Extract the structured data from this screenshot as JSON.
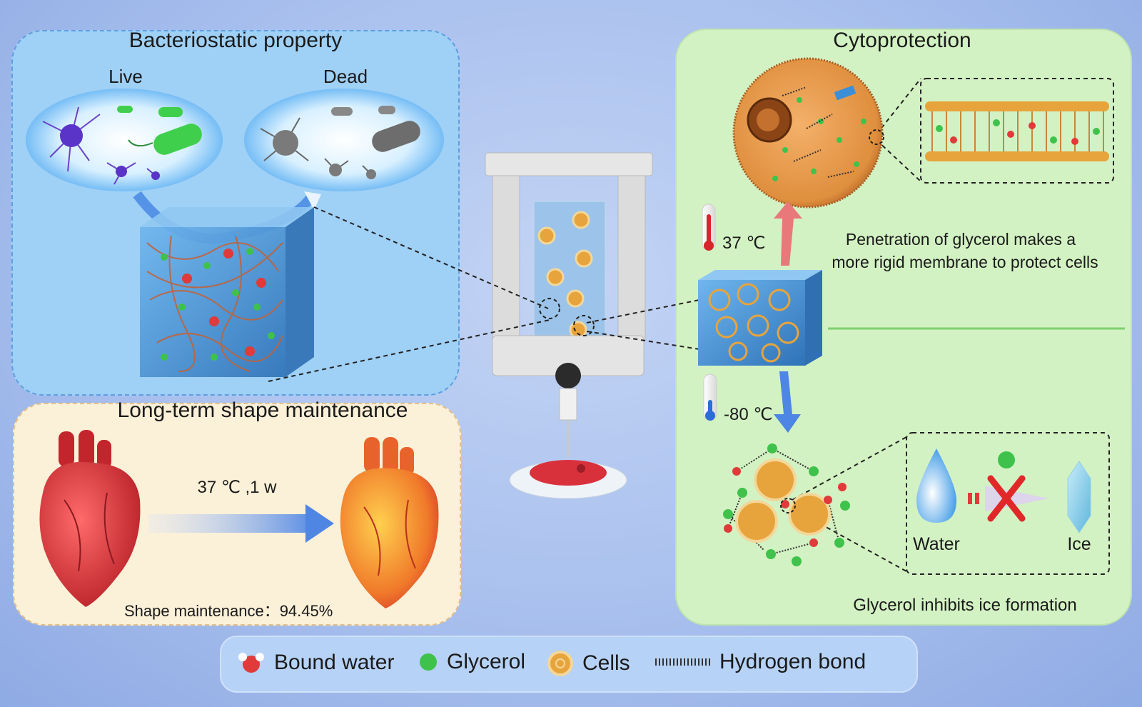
{
  "panels": {
    "bacteriostatic": {
      "title": "Bacteriostatic property",
      "live_label": "Live",
      "dead_label": "Dead"
    },
    "shape": {
      "title": "Long-term shape maintenance",
      "condition": "37 ℃ ,1 w",
      "result": "Shape maintenance：94.45%"
    },
    "cyto": {
      "title": "Cytoprotection",
      "temp_high": "37 ℃",
      "temp_low": "-80 ℃",
      "membrane_text_line1": "Penetration of glycerol makes a",
      "membrane_text_line2": "more rigid membrane to protect cells",
      "water_label": "Water",
      "ice_label": "Ice",
      "inhibit_text": "Glycerol inhibits ice formation"
    }
  },
  "legend": [
    {
      "label": "Bound water",
      "icon": "bound-water-icon"
    },
    {
      "label": "Glycerol",
      "icon": "glycerol-icon"
    },
    {
      "label": "Cells",
      "icon": "cell-icon"
    },
    {
      "label": "Hydrogen bond",
      "icon": "hydrogen-bond-icon"
    }
  ],
  "colors": {
    "bact_panel": "#9fd0f6",
    "shape_panel": "#fbf0d8",
    "cyto_panel": "#d3f2c3",
    "glycerol": "#3fc24c",
    "bound_water": "#e03a3a",
    "cell": "#e7a43c"
  }
}
